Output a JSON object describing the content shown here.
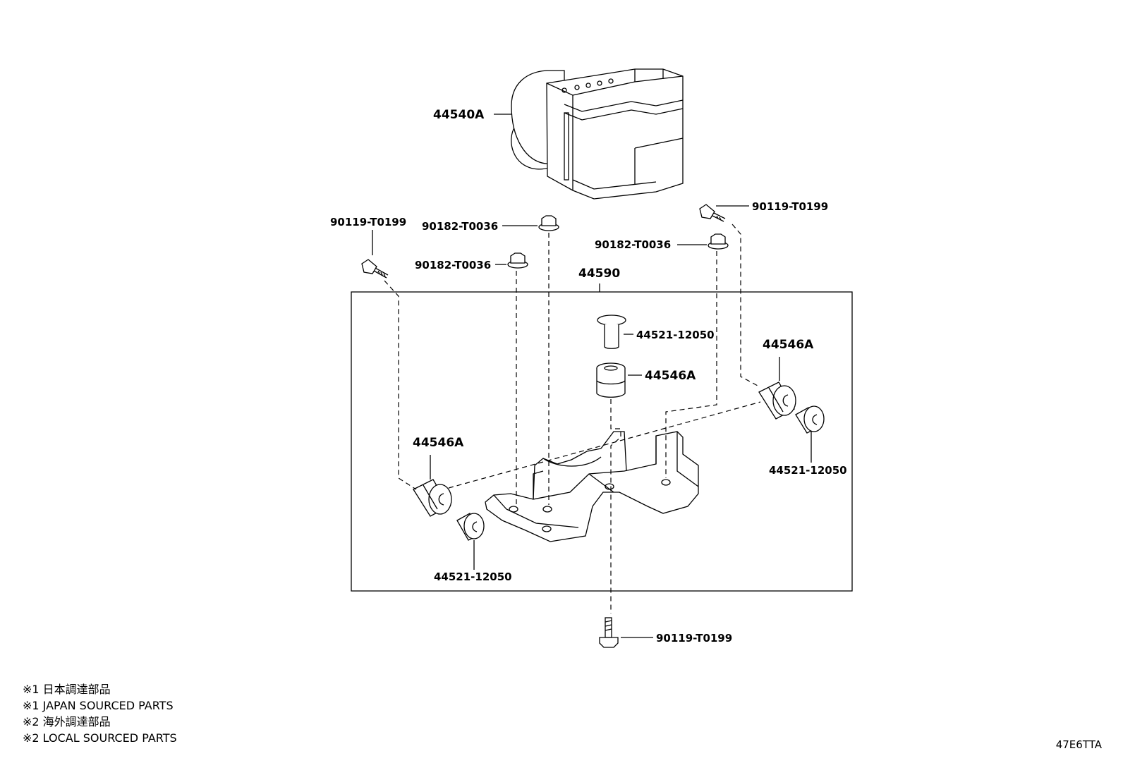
{
  "diagram": {
    "assembly_box_label": "44590",
    "parts": {
      "actuator": "44540A",
      "bolt_top_left": "90119-T0199",
      "bolt_top_right": "90119-T0199",
      "bolt_bottom": "90119-T0199",
      "nut_top_center": "90182-T0036",
      "nut_left": "90182-T0036",
      "nut_right": "90182-T0036",
      "cushion_center": "44546A",
      "cushion_left": "44546A",
      "cushion_right": "44546A",
      "collar_center": "44521-12050",
      "collar_left": "44521-12050",
      "collar_right": "44521-12050"
    }
  },
  "notes": [
    "※1 日本調達部品",
    "※1 JAPAN SOURCED PARTS",
    "※2 海外調達部品",
    "※2 LOCAL SOURCED PARTS"
  ],
  "drawing_code": "47E6TTA"
}
